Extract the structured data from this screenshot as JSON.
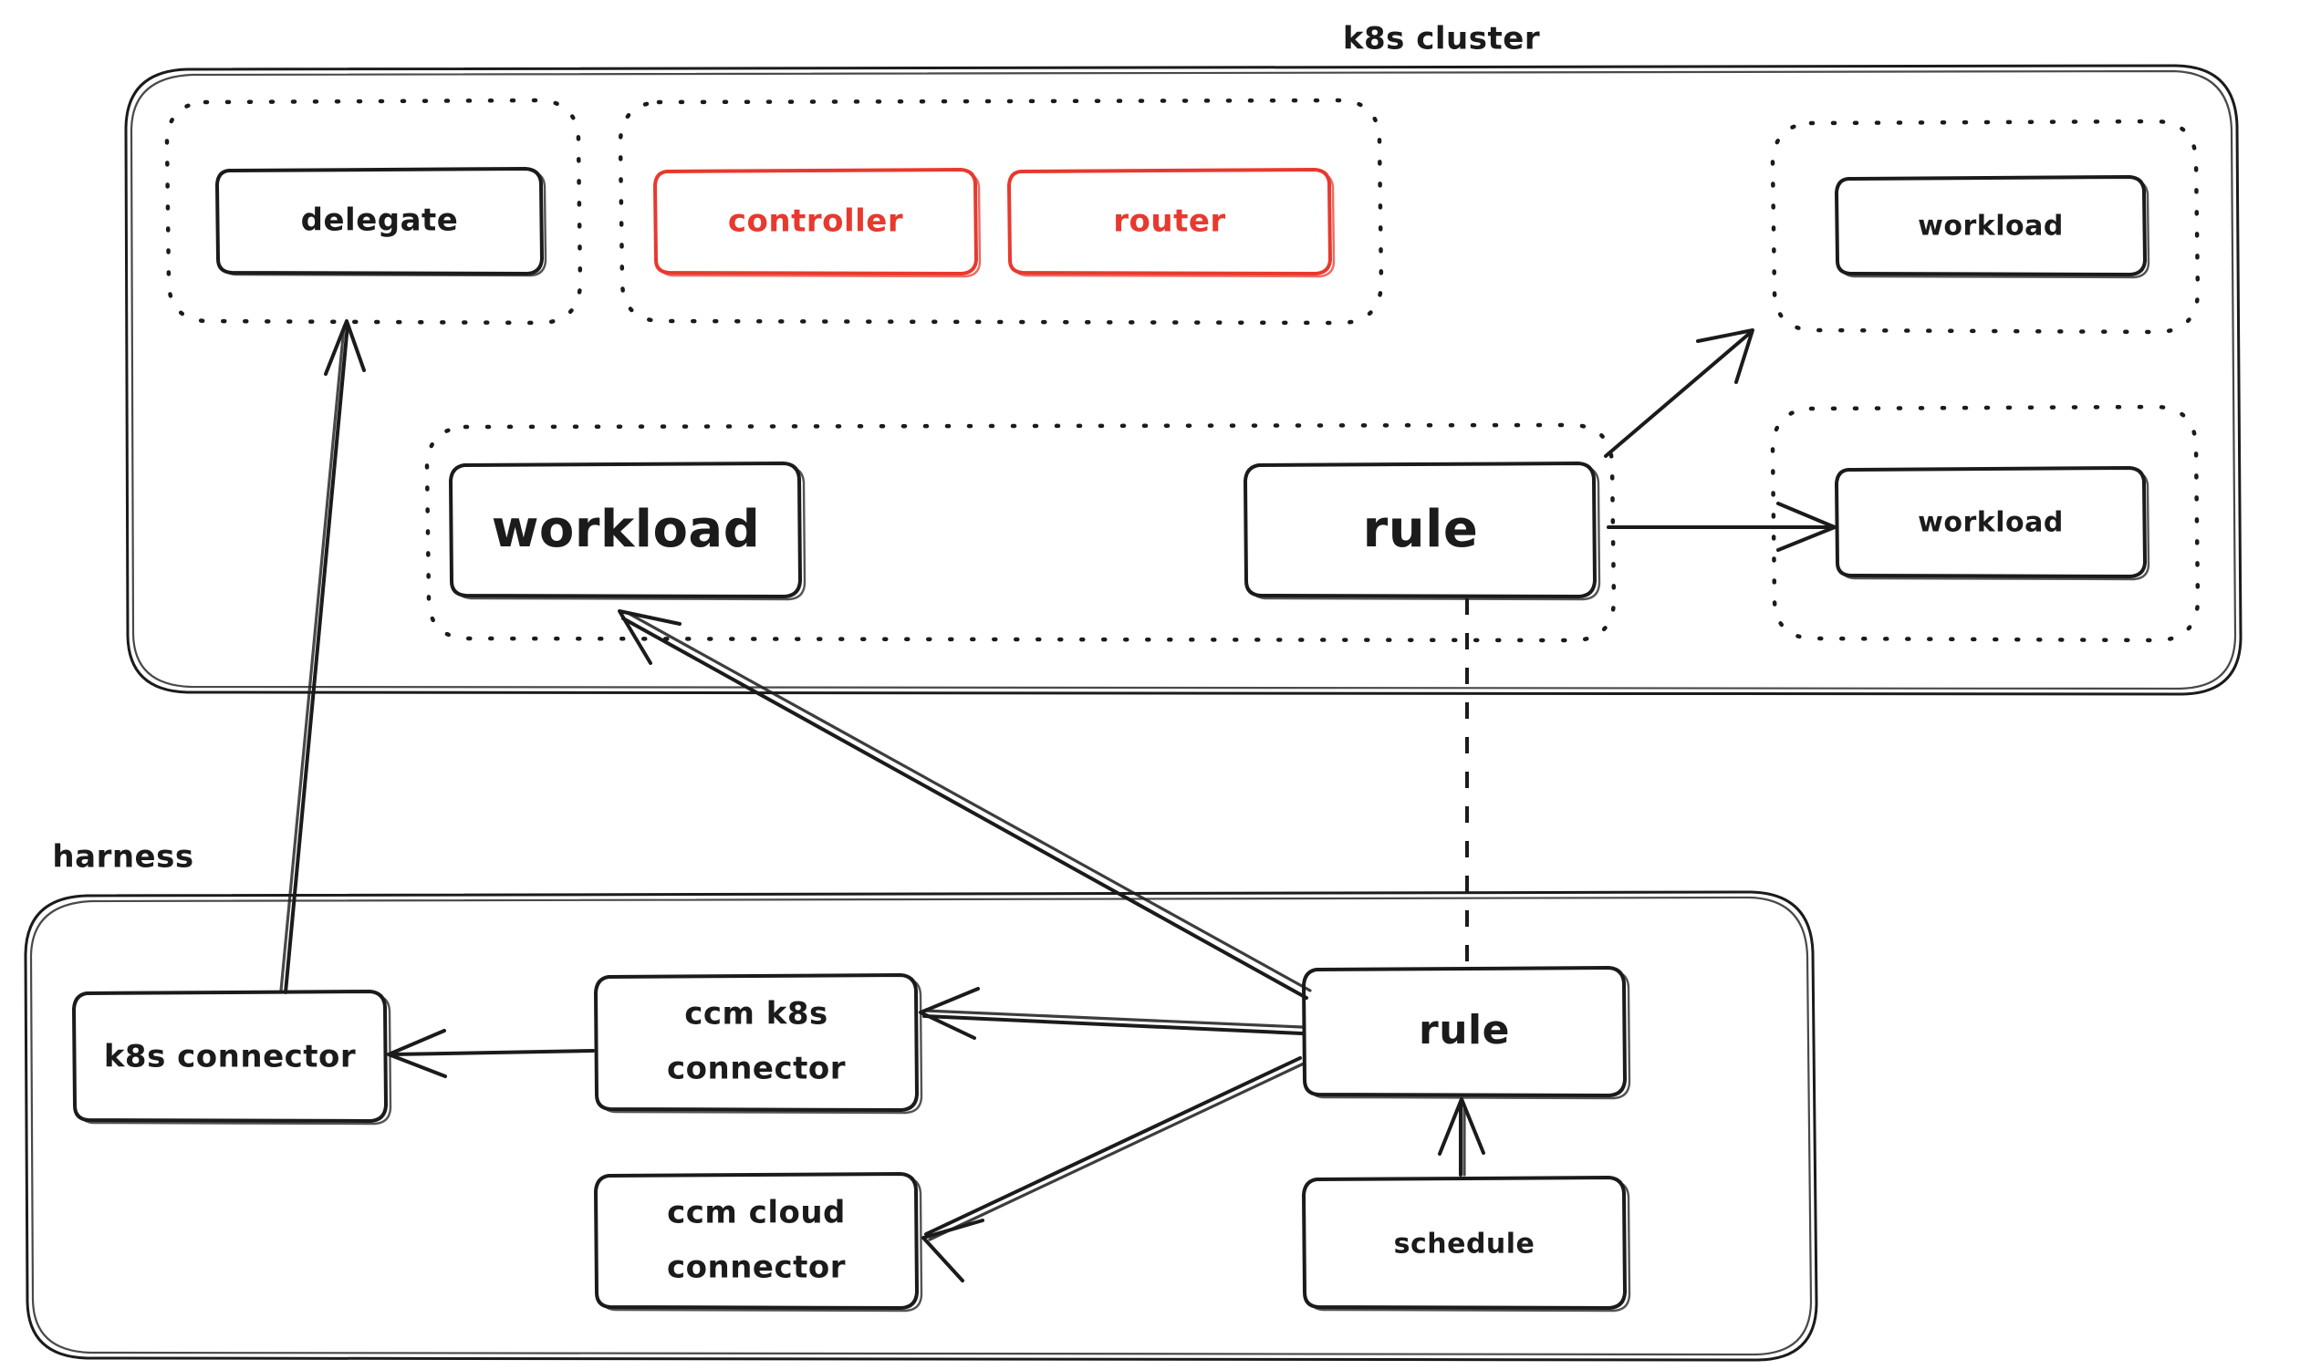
{
  "diagram": {
    "title_visible": false,
    "colors": {
      "ink": "#1b1b1b",
      "accent_red": "#e8392e",
      "background": "#ffffff"
    },
    "containers": [
      {
        "id": "k8s-cluster",
        "label": "k8s cluster"
      },
      {
        "id": "harness",
        "label": "harness"
      }
    ],
    "k8s_cluster": {
      "label": "k8s cluster",
      "groups": [
        {
          "id": "delegate-group",
          "nodes": [
            {
              "id": "delegate",
              "label": "delegate",
              "color": "ink"
            }
          ]
        },
        {
          "id": "control-plane-group",
          "nodes": [
            {
              "id": "controller",
              "label": "controller",
              "color": "red"
            },
            {
              "id": "router",
              "label": "router",
              "color": "red"
            }
          ]
        },
        {
          "id": "workload-group-top-right",
          "nodes": [
            {
              "id": "workload-top-right",
              "label": "workload",
              "color": "ink"
            }
          ]
        },
        {
          "id": "workload-rule-group",
          "nodes": [
            {
              "id": "workload-main",
              "label": "workload",
              "color": "ink"
            },
            {
              "id": "rule-cluster",
              "label": "rule",
              "color": "ink"
            }
          ]
        },
        {
          "id": "workload-group-mid-right",
          "nodes": [
            {
              "id": "workload-mid-right",
              "label": "workload",
              "color": "ink"
            }
          ]
        }
      ]
    },
    "harness": {
      "label": "harness",
      "nodes": [
        {
          "id": "k8s-connector",
          "label": "k8s connector",
          "lines": [
            "k8s connector"
          ]
        },
        {
          "id": "ccm-k8s-connector",
          "label": "ccm k8s connector",
          "lines": [
            "ccm k8s",
            "connector"
          ]
        },
        {
          "id": "ccm-cloud-connector",
          "label": "ccm cloud connector",
          "lines": [
            "ccm cloud",
            "connector"
          ]
        },
        {
          "id": "rule-harness",
          "label": "rule",
          "lines": [
            "rule"
          ]
        },
        {
          "id": "schedule",
          "label": "schedule",
          "lines": [
            "schedule"
          ]
        }
      ]
    },
    "edges": [
      {
        "id": "edge-k8sconnector-to-delegate",
        "from": "k8s-connector",
        "to": "delegate",
        "style": "solid",
        "arrow": "end"
      },
      {
        "id": "edge-rule-to-workload-main",
        "from": "rule-harness",
        "to": "workload-main",
        "style": "solid",
        "arrow": "end"
      },
      {
        "id": "edge-rulecluster-to-workload-topright",
        "from": "rule-cluster",
        "to": "workload-top-right",
        "style": "solid",
        "arrow": "end"
      },
      {
        "id": "edge-rulecluster-to-workload-midright",
        "from": "rule-cluster",
        "to": "workload-mid-right",
        "style": "solid",
        "arrow": "end"
      },
      {
        "id": "edge-rulecluster-to-ruleharness",
        "from": "rule-cluster",
        "to": "rule-harness",
        "style": "dashed",
        "arrow": "none"
      },
      {
        "id": "edge-ccmk8s-to-k8sconnector",
        "from": "ccm-k8s-connector",
        "to": "k8s-connector",
        "style": "solid",
        "arrow": "end"
      },
      {
        "id": "edge-rule-to-ccmk8s",
        "from": "rule-harness",
        "to": "ccm-k8s-connector",
        "style": "solid",
        "arrow": "end"
      },
      {
        "id": "edge-rule-to-ccmcloud",
        "from": "rule-harness",
        "to": "ccm-cloud-connector",
        "style": "solid",
        "arrow": "end"
      },
      {
        "id": "edge-schedule-to-rule",
        "from": "schedule",
        "to": "rule-harness",
        "style": "solid",
        "arrow": "end"
      }
    ]
  }
}
